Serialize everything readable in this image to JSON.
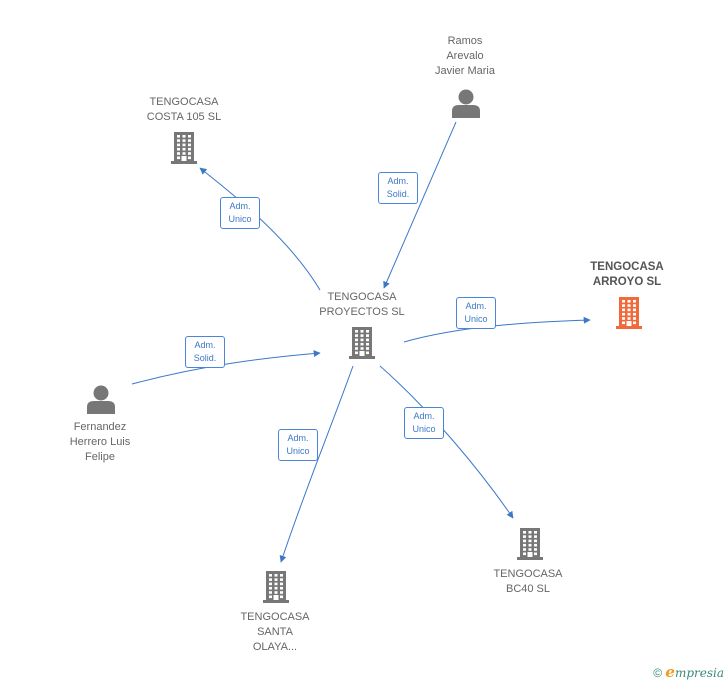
{
  "colors": {
    "edge": "#3b78c8",
    "node": "#777777",
    "highlight": "#f26a3a"
  },
  "nodes": [
    {
      "id": "center",
      "type": "company",
      "label": "TENGOCASA\nPROYECTOS  SL",
      "highlight": false
    },
    {
      "id": "costa",
      "type": "company",
      "label": "TENGOCASA\nCOSTA 105  SL",
      "highlight": false
    },
    {
      "id": "ramos",
      "type": "person",
      "label": "Ramos\nArevalo\nJavier Maria",
      "highlight": false
    },
    {
      "id": "arroyo",
      "type": "company",
      "label": "TENGOCASA\nARROYO  SL",
      "highlight": true
    },
    {
      "id": "fernandez",
      "type": "person",
      "label": "Fernandez\nHerrero Luis\nFelipe",
      "highlight": false
    },
    {
      "id": "santa",
      "type": "company",
      "label": "TENGOCASA\nSANTA\nOLAYA...",
      "highlight": false
    },
    {
      "id": "bc40",
      "type": "company",
      "label": "TENGOCASA\nBC40  SL",
      "highlight": false
    }
  ],
  "edges": [
    {
      "id": "e1",
      "from": "center",
      "to": "costa",
      "label": "Adm.\nUnico"
    },
    {
      "id": "e2",
      "from": "ramos",
      "to": "center",
      "label": "Adm.\nSolid."
    },
    {
      "id": "e3",
      "from": "center",
      "to": "arroyo",
      "label": "Adm.\nUnico"
    },
    {
      "id": "e4",
      "from": "fernandez",
      "to": "center",
      "label": "Adm.\nSolid."
    },
    {
      "id": "e5",
      "from": "center",
      "to": "santa",
      "label": "Adm.\nUnico"
    },
    {
      "id": "e6",
      "from": "center",
      "to": "bc40",
      "label": "Adm.\nUnico"
    }
  ],
  "footer": {
    "copyright_symbol": "©",
    "brand_initial": "e",
    "brand_rest": "mpresia"
  }
}
